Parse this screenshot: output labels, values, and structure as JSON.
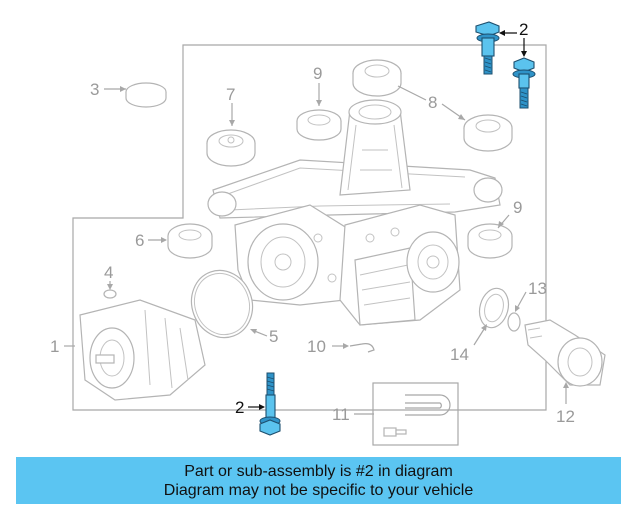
{
  "callouts": {
    "c1": "1",
    "c2_top": "2",
    "c2_bottom": "2",
    "c3": "3",
    "c4": "4",
    "c5": "5",
    "c6": "6",
    "c7": "7",
    "c8": "8",
    "c9_top": "9",
    "c9_right": "9",
    "c10": "10",
    "c11": "11",
    "c12": "12",
    "c13": "13",
    "c14": "14"
  },
  "highlight_color": "#5bc5f2",
  "banner": {
    "line1": "Part or sub-assembly is #2 in diagram",
    "line2": "Diagram may not be specific to your vehicle"
  }
}
